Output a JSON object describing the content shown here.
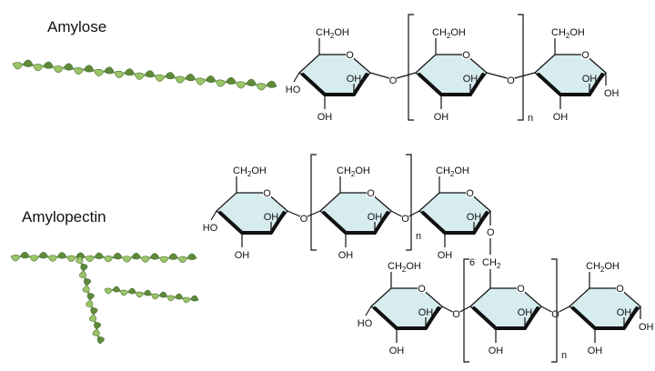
{
  "titles": {
    "amylose": "Amylose",
    "amylopectin": "Amylopectin"
  },
  "labels": {
    "ch2oh_prefix": "CH",
    "ch2oh_sub": "2",
    "ch2oh_suffix": "OH",
    "oh": "OH",
    "ho": "HO",
    "o": "O",
    "n": "n",
    "six": "6",
    "ch2_prefix": "CH",
    "ch2_sub": "2"
  },
  "colors": {
    "ring_fill": "#d6ecee",
    "helix_dark": "#5e8a3a",
    "helix_light": "#9cc56a"
  }
}
